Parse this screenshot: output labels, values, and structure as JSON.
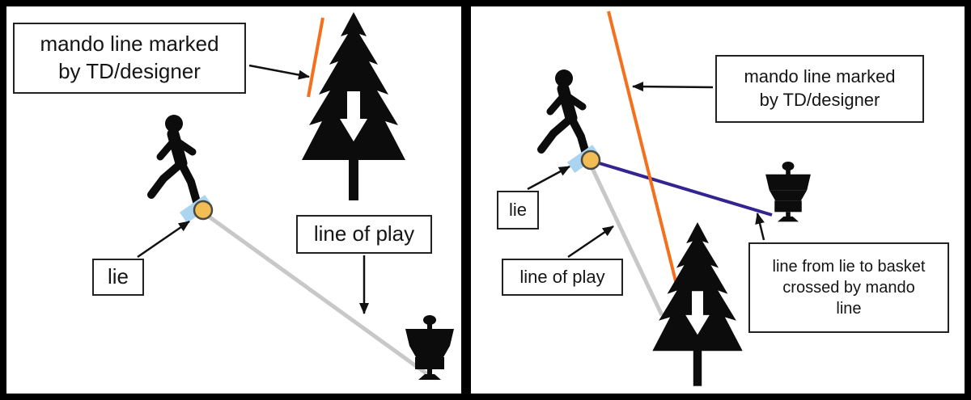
{
  "colors": {
    "mando_line": "#f4701d",
    "line_of_play": "#c8c8c8",
    "lie_to_basket": "#332491",
    "lie_pad": "#aad4f0",
    "disc": "#f2bd55"
  },
  "left": {
    "mando_label": "mando line marked\nby TD/designer",
    "lie_label": "lie",
    "line_of_play_label": "line of play"
  },
  "right": {
    "mando_label": "mando line marked\nby TD/designer",
    "lie_label": "lie",
    "line_of_play_label": "line of play",
    "crossed_label": "line from lie to basket\ncrossed by mando\nline"
  }
}
